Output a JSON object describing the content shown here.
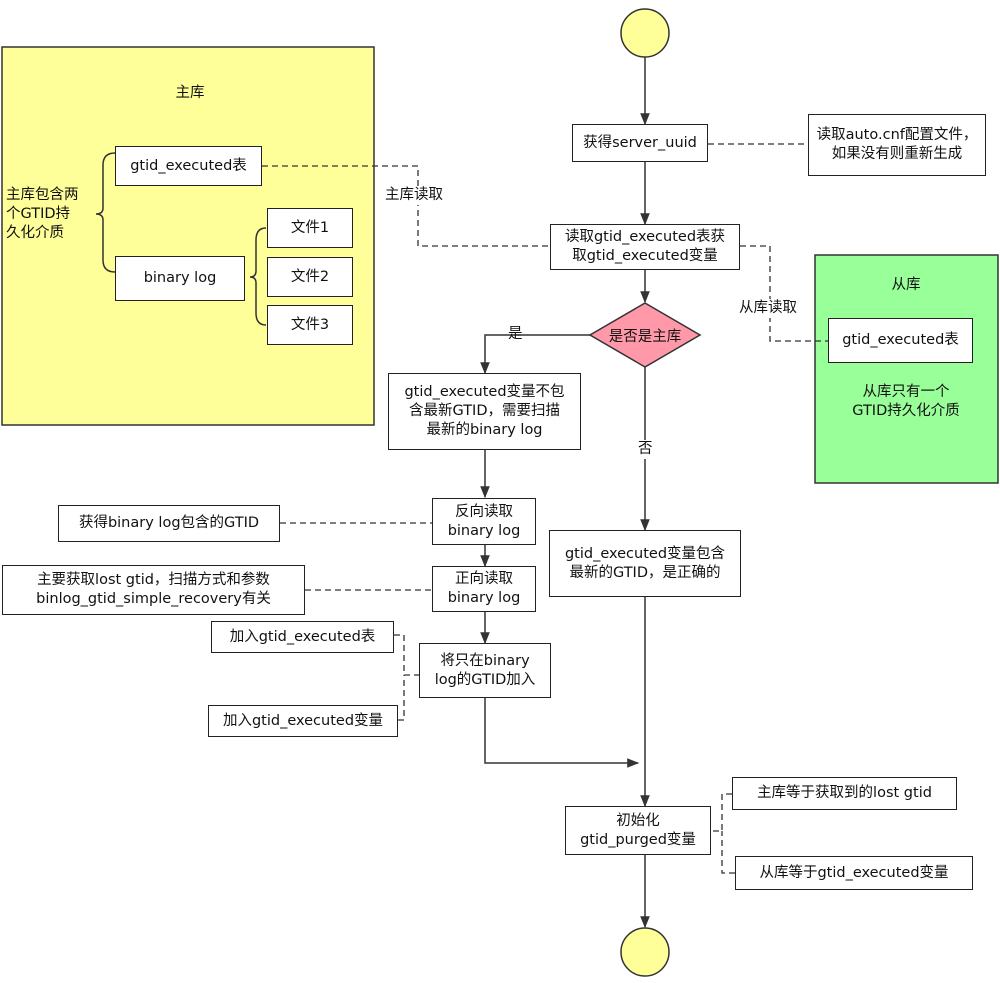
{
  "master": {
    "title": "主库",
    "contains_label": "主库包含两\n个GTID持\n久化介质",
    "table_box": "gtid_executed表",
    "binlog_box": "binary log",
    "files": [
      "文件1",
      "文件2",
      "文件3"
    ],
    "read_tag": "主库读取"
  },
  "slave": {
    "title": "从库",
    "table_box": "gtid_executed表",
    "note": "从库只有一个\nGTID持久化介质",
    "read_tag": "从库读取"
  },
  "flow": {
    "get_uuid": "获得server_uuid",
    "uuid_note": "读取auto.cnf配置文件，\n如果没有则重新生成",
    "read_table": "读取gtid_executed表获\n取gtid_executed变量",
    "decision": "是否是主库",
    "yes_label": "是",
    "no_label": "否",
    "not_latest": "gtid_executed变量不包\n含最新GTID，需要扫描\n最新的binary log",
    "reverse_read": "反向读取\nbinary log",
    "reverse_note": "获得binary log包含的GTID",
    "forward_read": "正向读取\nbinary log",
    "forward_note": "主要获取lost gtid，扫描方式和参数\nbinlog_gtid_simple_recovery有关",
    "add_only": "将只在binary\nlog的GTID加入",
    "add_table": "加入gtid_executed表",
    "add_var": "加入gtid_executed变量",
    "is_latest": "gtid_executed变量包含\n最新的GTID，是正确的",
    "init_purged": "初始化\ngtid_purged变量",
    "master_equals": "主库等于获取到的lost gtid",
    "slave_equals": "从库等于gtid_executed变量"
  },
  "colors": {
    "master_panel": "#ffff99",
    "slave_panel": "#99ff99",
    "decision_fill": "#ff99aa",
    "terminal_fill": "#ffff99"
  }
}
